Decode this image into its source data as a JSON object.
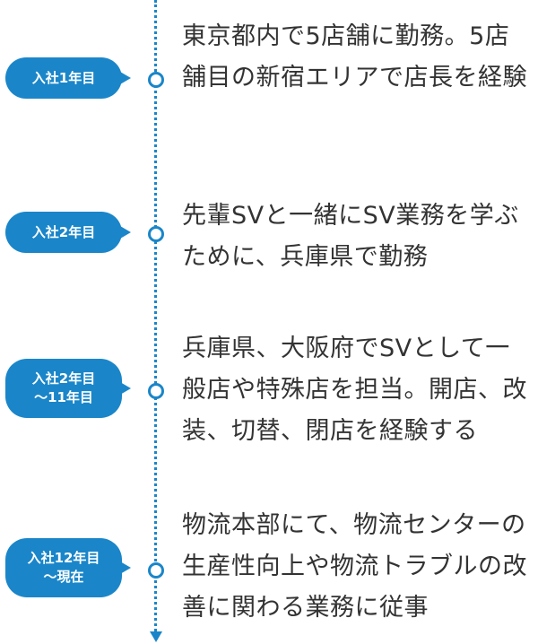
{
  "timeline": {
    "accent_color": "#1a86c9",
    "entries": [
      {
        "badge_lines": [
          "入社1年目"
        ],
        "text": "東京都内で5店舗に勤務。5店舗目の新宿エリアで店長を経験"
      },
      {
        "badge_lines": [
          "入社2年目"
        ],
        "text": "先輩SVと一緒にSV業務を学ぶために、兵庫県で勤務"
      },
      {
        "badge_lines": [
          "入社2年目",
          "～11年目"
        ],
        "text": "兵庫県、大阪府でSVとして一般店や特殊店を担当。開店、改装、切替、閉店を経験する"
      },
      {
        "badge_lines": [
          "入社12年目",
          "～現在"
        ],
        "text": "物流本部にて、物流センターの生産性向上や物流トラブルの改善に関わる業務に従事"
      }
    ]
  }
}
